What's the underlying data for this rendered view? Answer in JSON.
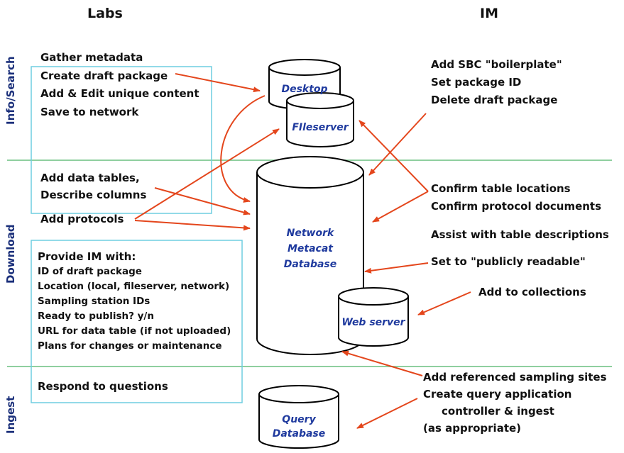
{
  "headers": {
    "labs": "Labs",
    "im": "IM"
  },
  "phases": {
    "info_search": "Info/Search",
    "download": "Download",
    "ingest": "Ingest"
  },
  "databases": {
    "desktop": "Desktop",
    "fileserver": "FIleserver",
    "network_metacat": [
      "Network",
      "Metacat",
      "Database"
    ],
    "web_server": "Web server",
    "query_database": [
      "Query",
      "Database"
    ]
  },
  "labs": {
    "info_box": [
      "Gather metadata",
      "Create draft package",
      "Add & Edit unique content",
      "Save to network"
    ],
    "data_tables": [
      "Add data tables,",
      "Describe columns"
    ],
    "protocols": "Add protocols",
    "provide_box": [
      "Provide IM with:",
      "ID of draft package",
      "Location (local, fileserver, network)",
      "Sampling station IDs",
      "Ready to publish? y/n",
      "URL for data table (if not uploaded)",
      "Plans for changes or maintenance"
    ],
    "respond": "Respond to questions"
  },
  "im": {
    "boilerplate": [
      "Add SBC \"boilerplate\"",
      "Set package ID",
      "Delete draft package"
    ],
    "confirm": [
      "Confirm table locations",
      "Confirm protocol documents"
    ],
    "assist": "Assist with table descriptions",
    "public": "Set to \"publicly readable\"",
    "collections": "Add to collections",
    "ingest": [
      "Add referenced sampling sites",
      "Create query application",
      "controller & ingest",
      "(as appropriate)"
    ]
  },
  "colors": {
    "arrow": "#e4461c",
    "phase_line": "#8fcf9f",
    "box_border": "#6fcde0",
    "db_label": "#1f3a9e",
    "phase_label": "#1a2f7a"
  }
}
